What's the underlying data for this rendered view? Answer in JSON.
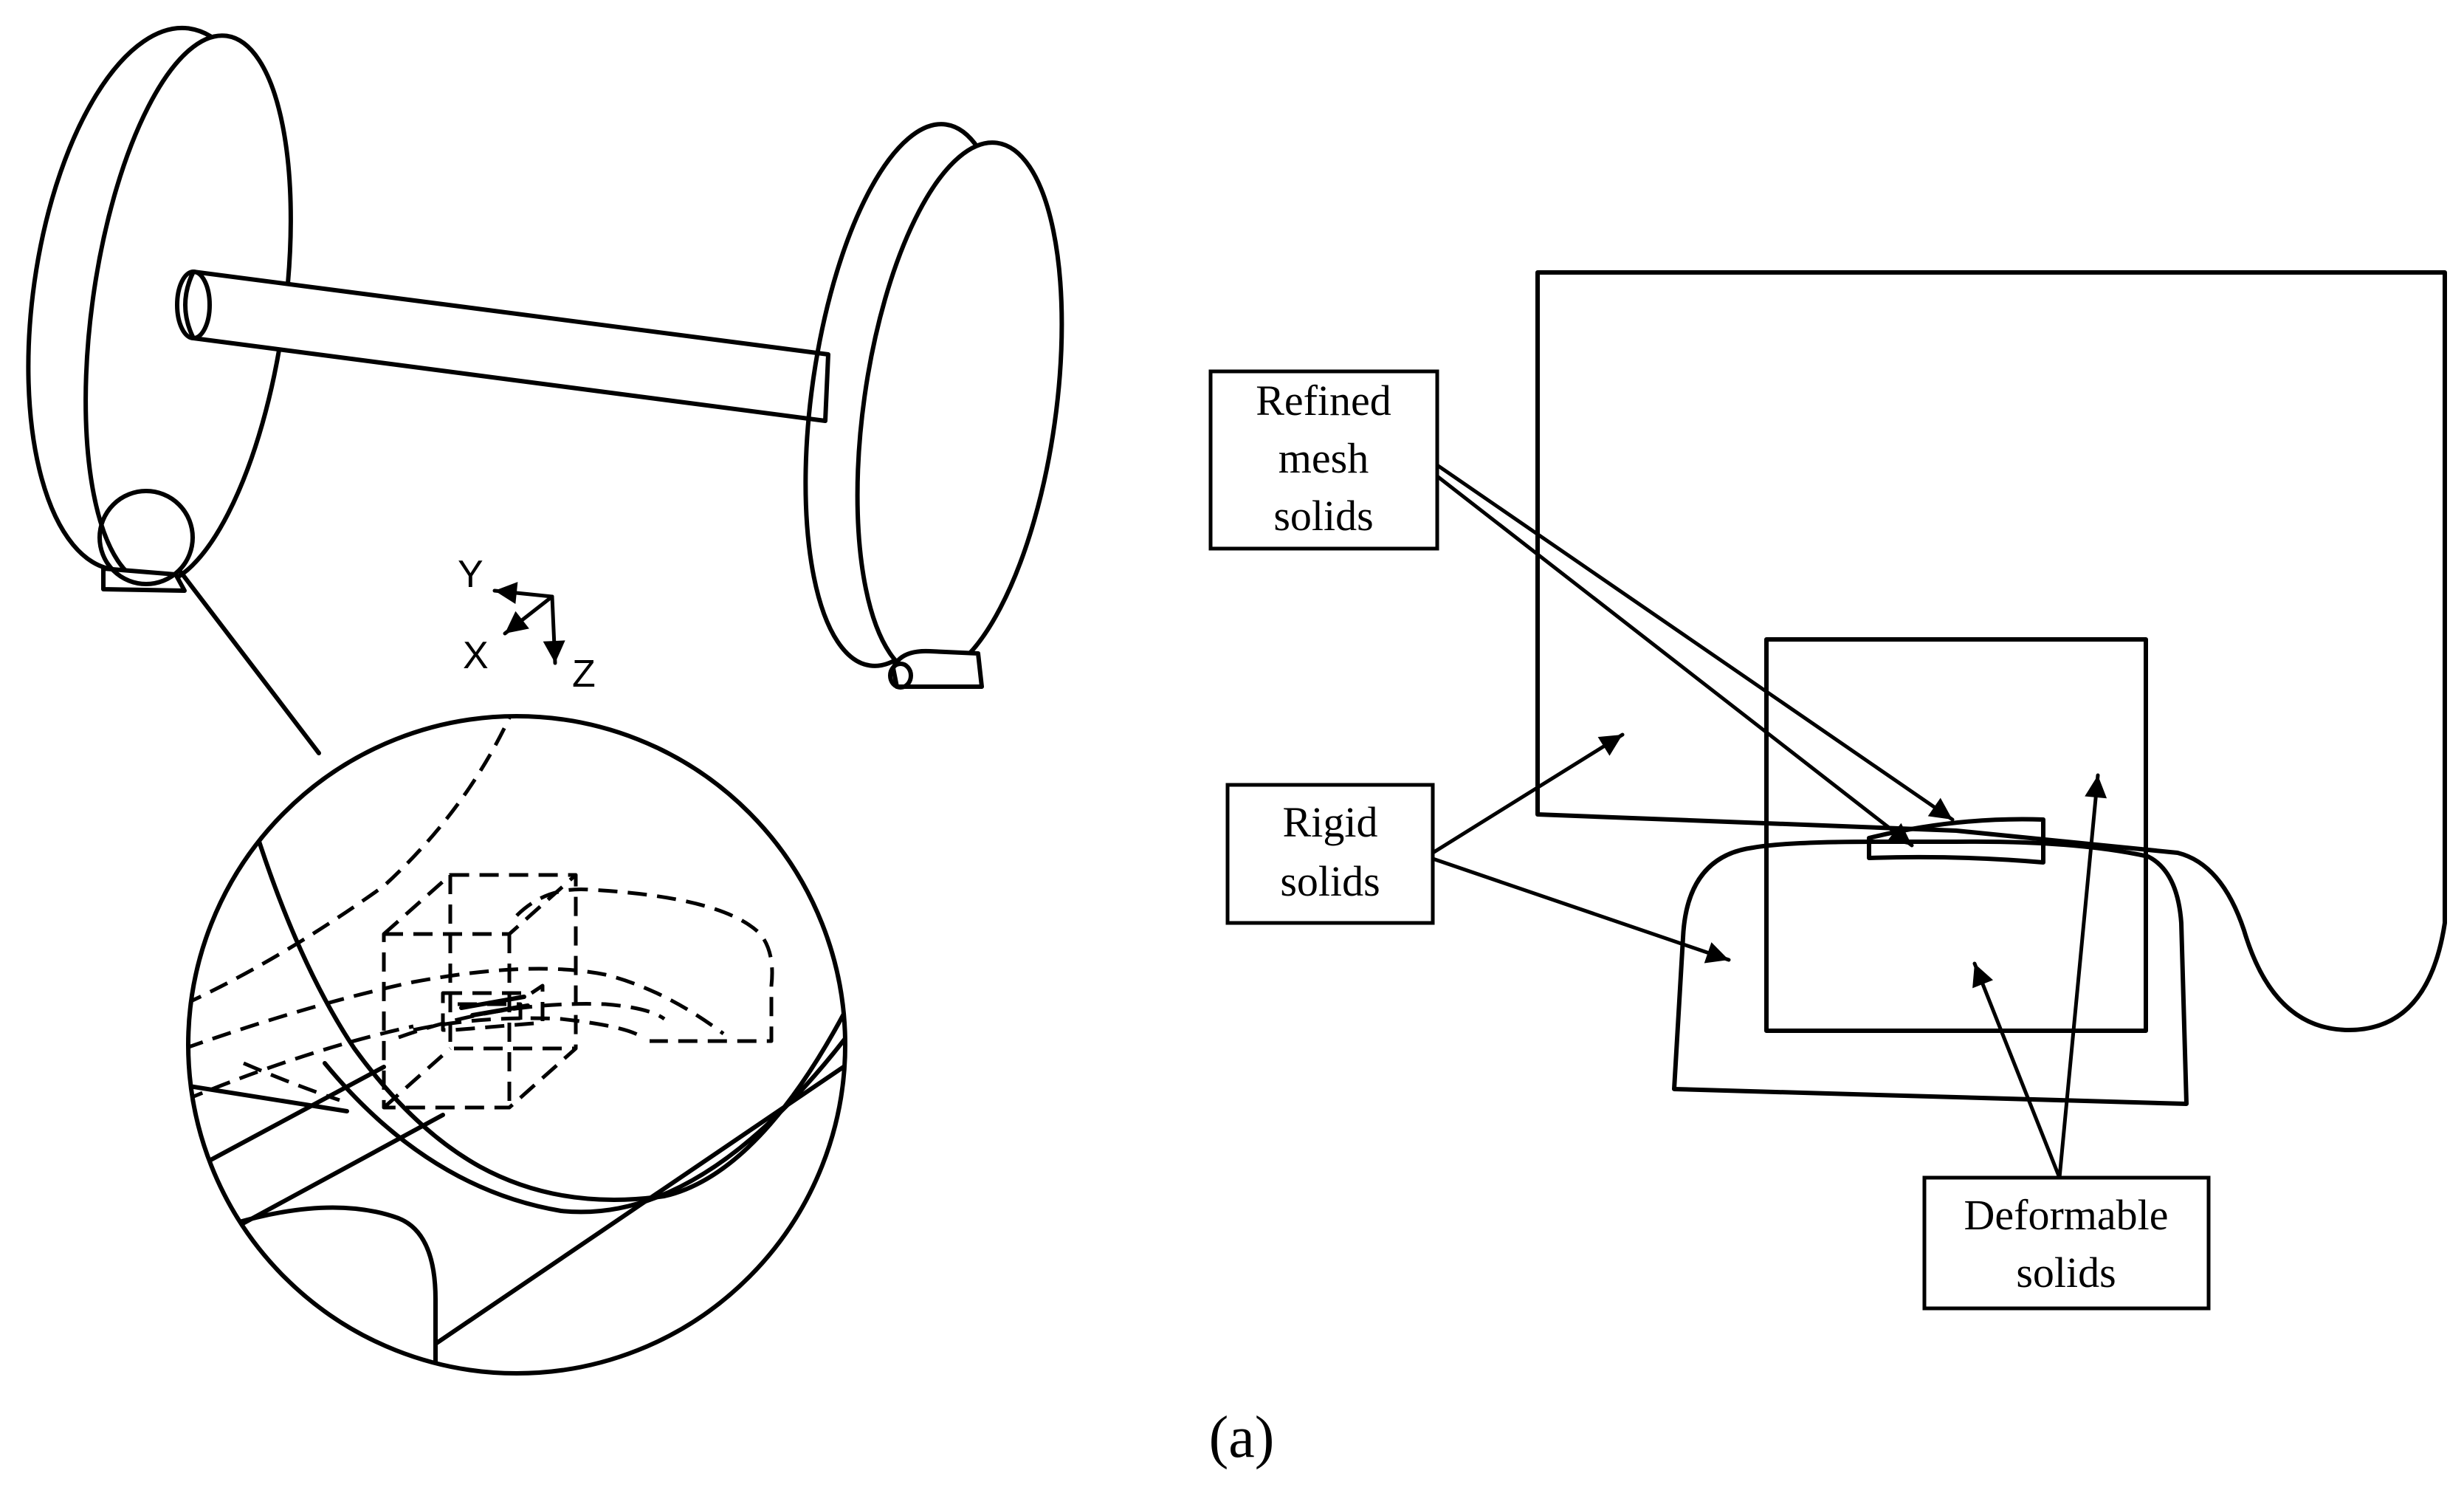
{
  "labels": {
    "refined_line1": "Refined",
    "refined_line2": "mesh",
    "refined_line3": "solids",
    "rigid_line1": "Rigid",
    "rigid_line2": "solids",
    "deformable_line1": "Deformable",
    "deformable_line2": "solids"
  },
  "axes": {
    "y": "Y",
    "x": "X",
    "z": "Z"
  },
  "caption": "(a)"
}
